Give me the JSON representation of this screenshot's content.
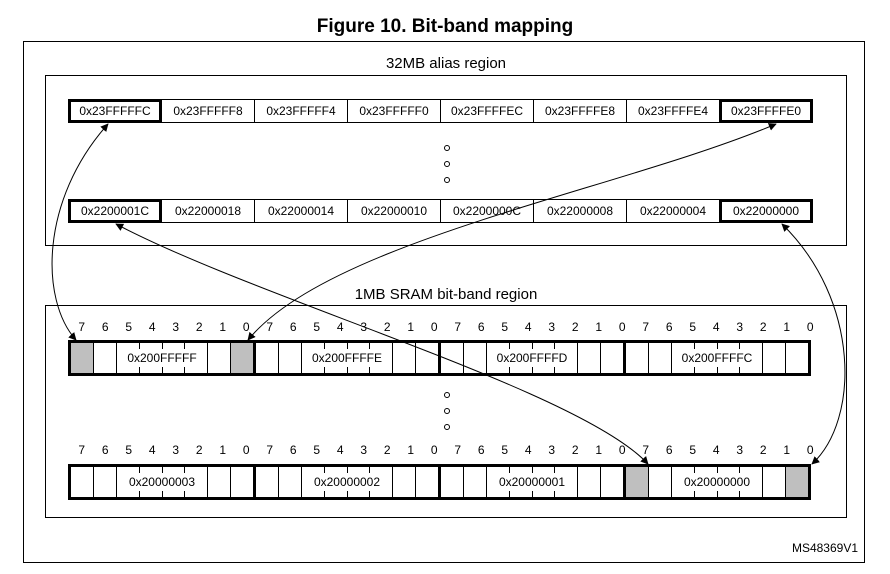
{
  "title": "Figure 10. Bit-band mapping",
  "alias_region": {
    "label": "32MB alias region",
    "top_row": [
      "0x23FFFFFC",
      "0x23FFFFF8",
      "0x23FFFFF4",
      "0x23FFFFF0",
      "0x23FFFFEC",
      "0x23FFFFE8",
      "0x23FFFFE4",
      "0x23FFFFE0"
    ],
    "bottom_row": [
      "0x2200001C",
      "0x22000018",
      "0x22000014",
      "0x22000010",
      "0x2200000C",
      "0x22000008",
      "0x22000004",
      "0x22000000"
    ]
  },
  "sram_region": {
    "label": "1MB SRAM bit-band region",
    "bit_labels": [
      "7",
      "6",
      "5",
      "4",
      "3",
      "2",
      "1",
      "0"
    ],
    "top_row": [
      "0x200FFFFF",
      "0x200FFFFE",
      "0x200FFFFD",
      "0x200FFFFC"
    ],
    "bottom_row": [
      "0x20000003",
      "0x20000002",
      "0x20000001",
      "0x20000000"
    ]
  },
  "reference": "MS48369V1"
}
